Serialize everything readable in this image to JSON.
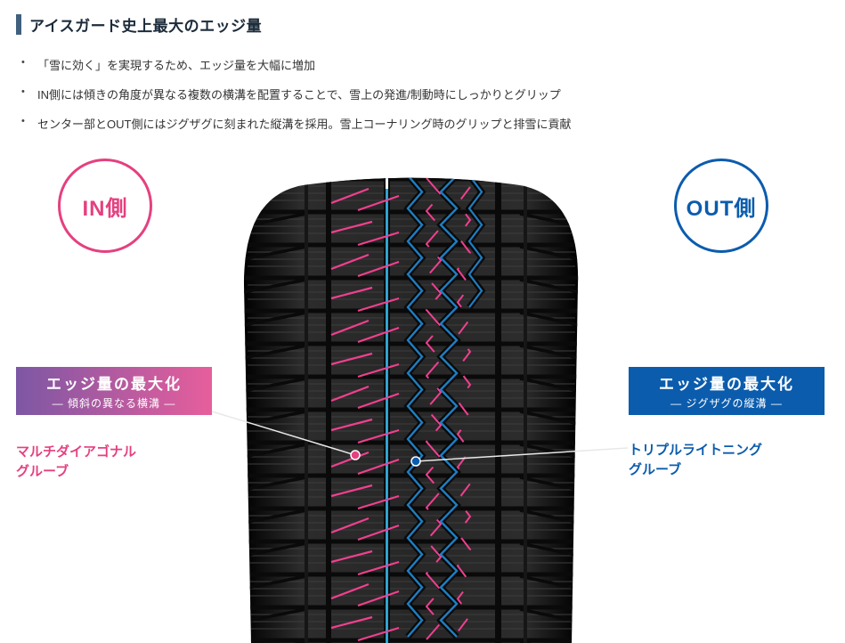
{
  "header": {
    "title": "アイスガード史上最大のエッジ量"
  },
  "bullets": [
    "「雪に効く」を実現するため、エッジ量を大幅に増加",
    "IN側には傾きの角度が異なる複数の横溝を配置することで、雪上の発進/制動時にしっかりとグリップ",
    "センター部とOUT側にはジグザグに刻まれた縦溝を採用。雪上コーナリング時のグリップと排雪に貢献"
  ],
  "in_badge": {
    "label": "IN側"
  },
  "out_badge": {
    "label": "OUT側"
  },
  "left_callout": {
    "title": "エッジ量の最大化",
    "subtitle": "― 傾斜の異なる横溝 ―",
    "caption_line1": "マルチダイアゴナル",
    "caption_line2": "グルーブ"
  },
  "right_callout": {
    "title": "エッジ量の最大化",
    "subtitle": "― ジグザグの縦溝 ―",
    "caption_line1": "トリプルライトニング",
    "caption_line2": "グルーブ"
  },
  "colors": {
    "pink": "#e5407f",
    "pink_groove": "#f0408f",
    "purple": "#7d57a4",
    "blue": "#0b5cad",
    "blue_groove": "#1f7ec2",
    "cyan": "#35b4e8",
    "title_accent": "#40607f"
  }
}
